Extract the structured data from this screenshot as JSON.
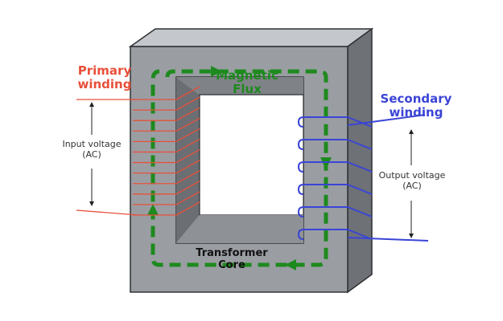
{
  "colors": {
    "primary": "#e8503a",
    "secondary": "#3a44d6",
    "flux": "#1e8a1e",
    "core_front": "#9a9ea3",
    "core_top": "#c4c7cb",
    "core_side": "#6e7176",
    "window_inner": "#7a7d82",
    "outline": "#2e3033"
  },
  "labels": {
    "primary_winding": [
      "Primary",
      "winding"
    ],
    "secondary_winding": [
      "Secondary",
      "winding"
    ],
    "magnetic_flux": [
      "Magnetic",
      "Flux"
    ],
    "transformer_core": [
      "Transformer",
      "Core"
    ],
    "input_voltage": [
      "Input voltage",
      "(AC)"
    ],
    "output_voltage": [
      "Output voltage",
      "(AC)"
    ]
  },
  "windings": {
    "primary_turns": 12,
    "secondary_turns": 6
  }
}
